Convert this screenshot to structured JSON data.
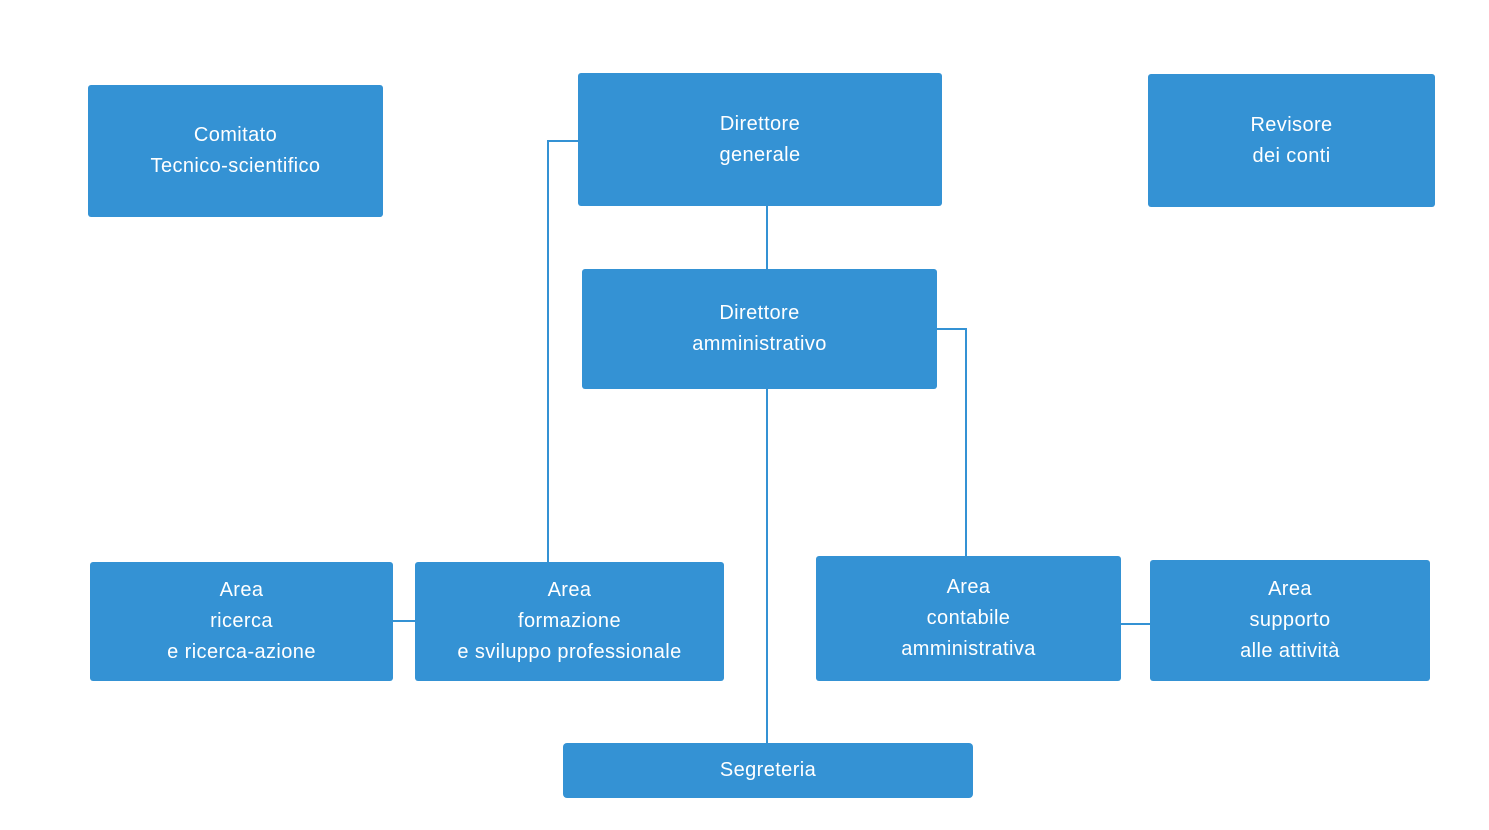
{
  "colors": {
    "box": "#3492d4",
    "line": "#3492d4",
    "text": "#ffffff",
    "background": "#ffffff"
  },
  "nodes": {
    "comitato": {
      "lines": [
        "Comitato",
        "Tecnico-scientifico"
      ]
    },
    "direttore_generale": {
      "lines": [
        "Direttore",
        "generale"
      ]
    },
    "revisore": {
      "lines": [
        "Revisore",
        "dei conti"
      ]
    },
    "direttore_amministrativo": {
      "lines": [
        "Direttore",
        "amministrativo"
      ]
    },
    "area_ricerca": {
      "lines": [
        "Area",
        "ricerca",
        "e ricerca-azione"
      ]
    },
    "area_formazione": {
      "lines": [
        "Area",
        "formazione",
        "e sviluppo professionale"
      ]
    },
    "area_contabile": {
      "lines": [
        "Area",
        "contabile",
        "amministrativa"
      ]
    },
    "area_supporto": {
      "lines": [
        "Area",
        "supporto",
        "alle attività"
      ]
    },
    "segreteria": {
      "lines": [
        "Segreteria"
      ]
    }
  },
  "edges": [
    {
      "from": "direttore_generale",
      "to": "direttore_amministrativo"
    },
    {
      "from": "direttore_generale",
      "to": "area_formazione"
    },
    {
      "from": "direttore_amministrativo",
      "to": "area_contabile"
    },
    {
      "from": "direttore_amministrativo",
      "to": "segreteria"
    },
    {
      "from": "area_ricerca",
      "to": "area_formazione"
    },
    {
      "from": "area_contabile",
      "to": "area_supporto"
    }
  ]
}
